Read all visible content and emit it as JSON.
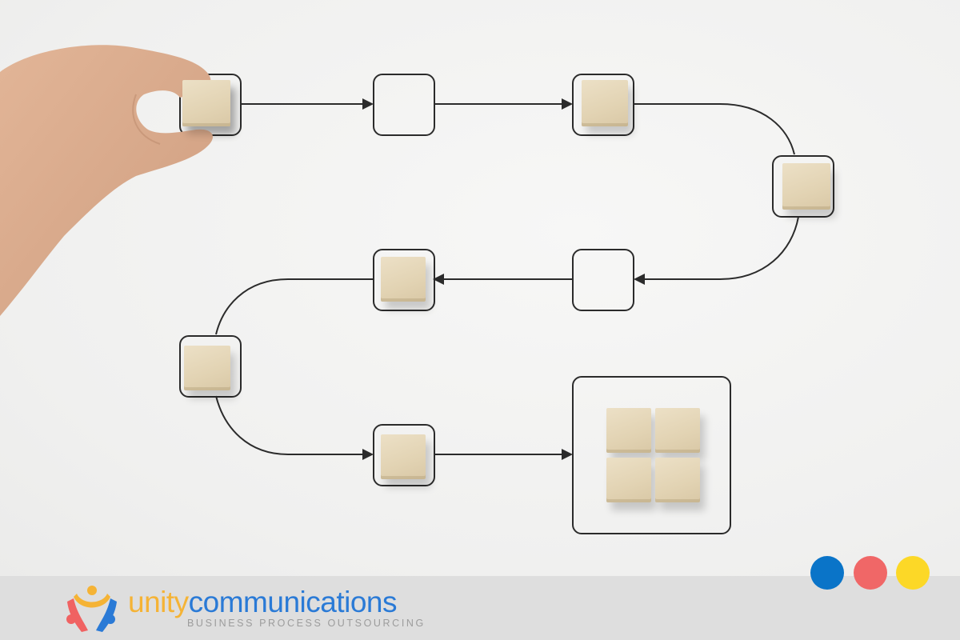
{
  "scene": {
    "description": "Hand placing wooden blocks along a process flow diagram",
    "background_color": "#f2f2f1",
    "line_color": "#2b2b2b",
    "block_color": "#e4d6b6"
  },
  "flow_nodes": [
    {
      "id": "n1",
      "filled": true,
      "held_by_hand": true
    },
    {
      "id": "n2",
      "filled": false
    },
    {
      "id": "n3",
      "filled": true
    },
    {
      "id": "n4",
      "filled": true
    },
    {
      "id": "n5",
      "filled": false
    },
    {
      "id": "n6",
      "filled": true
    },
    {
      "id": "n7",
      "filled": true
    },
    {
      "id": "n8",
      "filled": true
    },
    {
      "id": "n9",
      "filled": true,
      "block_count": 4,
      "large": true
    }
  ],
  "brand": {
    "name_part1": "unity",
    "name_part2": "communications",
    "tagline": "BUSINESS PROCESS OUTSOURCING",
    "colors": {
      "orange": "#f5b335",
      "blue": "#2a7ad6",
      "red": "#f06262",
      "gray": "#9c9c9c"
    }
  },
  "decor_dots": [
    {
      "color": "#0a74c8"
    },
    {
      "color": "#f06767"
    },
    {
      "color": "#fcd827"
    }
  ]
}
